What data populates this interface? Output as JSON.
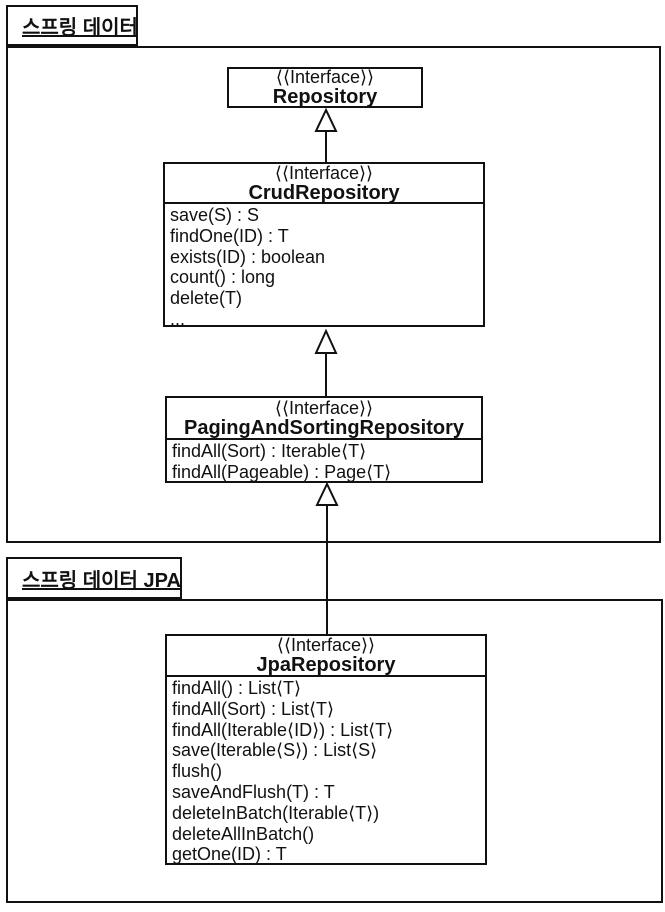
{
  "diagram_title": "Spring Data repository interface hierarchy",
  "packages": {
    "spring_data": {
      "label": "스프링 데이터"
    },
    "spring_data_jpa": {
      "label": "스프링 데이터 JPA"
    }
  },
  "classes": {
    "repository": {
      "stereotype": "⟨⟨Interface⟩⟩",
      "name": "Repository",
      "methods": []
    },
    "crud_repository": {
      "stereotype": "⟨⟨Interface⟩⟩",
      "name": "CrudRepository",
      "methods": [
        "save(S) : S",
        "findOne(ID) : T",
        "exists(ID) : boolean",
        "count() : long",
        "delete(T)",
        "..."
      ]
    },
    "paging_and_sorting_repository": {
      "stereotype": "⟨⟨Interface⟩⟩",
      "name": "PagingAndSortingRepository",
      "methods": [
        "findAll(Sort) : Iterable⟨T⟩",
        "findAll(Pageable) : Page⟨T⟩"
      ]
    },
    "jpa_repository": {
      "stereotype": "⟨⟨Interface⟩⟩",
      "name": "JpaRepository",
      "methods": [
        "findAll() : List⟨T⟩",
        "findAll(Sort) : List⟨T⟩",
        "findAll(Iterable⟨ID⟩) : List⟨T⟩",
        "save(Iterable⟨S⟩) : List⟨S⟩",
        "flush()",
        "saveAndFlush(T) : T",
        "deleteInBatch(Iterable⟨T⟩)",
        "deleteAllInBatch()",
        "getOne(ID) : T"
      ]
    }
  },
  "relations": [
    {
      "type": "generalization",
      "from": "CrudRepository",
      "to": "Repository"
    },
    {
      "type": "generalization",
      "from": "PagingAndSortingRepository",
      "to": "CrudRepository"
    },
    {
      "type": "generalization",
      "from": "JpaRepository",
      "to": "PagingAndSortingRepository"
    }
  ],
  "colors": {
    "line": "#111111",
    "background": "#ffffff"
  }
}
